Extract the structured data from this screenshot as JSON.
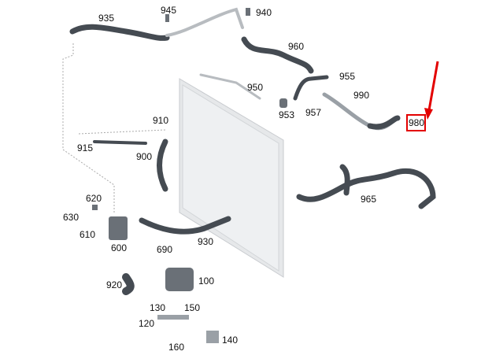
{
  "diagram": {
    "part_labels": [
      "935",
      "945",
      "940",
      "960",
      "950",
      "955",
      "990",
      "953",
      "957",
      "980",
      "910",
      "915",
      "900",
      "965",
      "620",
      "630",
      "610",
      "600",
      "930",
      "690",
      "920",
      "100",
      "130",
      "150",
      "120",
      "160",
      "140"
    ],
    "highlighted_part": "980",
    "highlight_color": "#e30000"
  }
}
